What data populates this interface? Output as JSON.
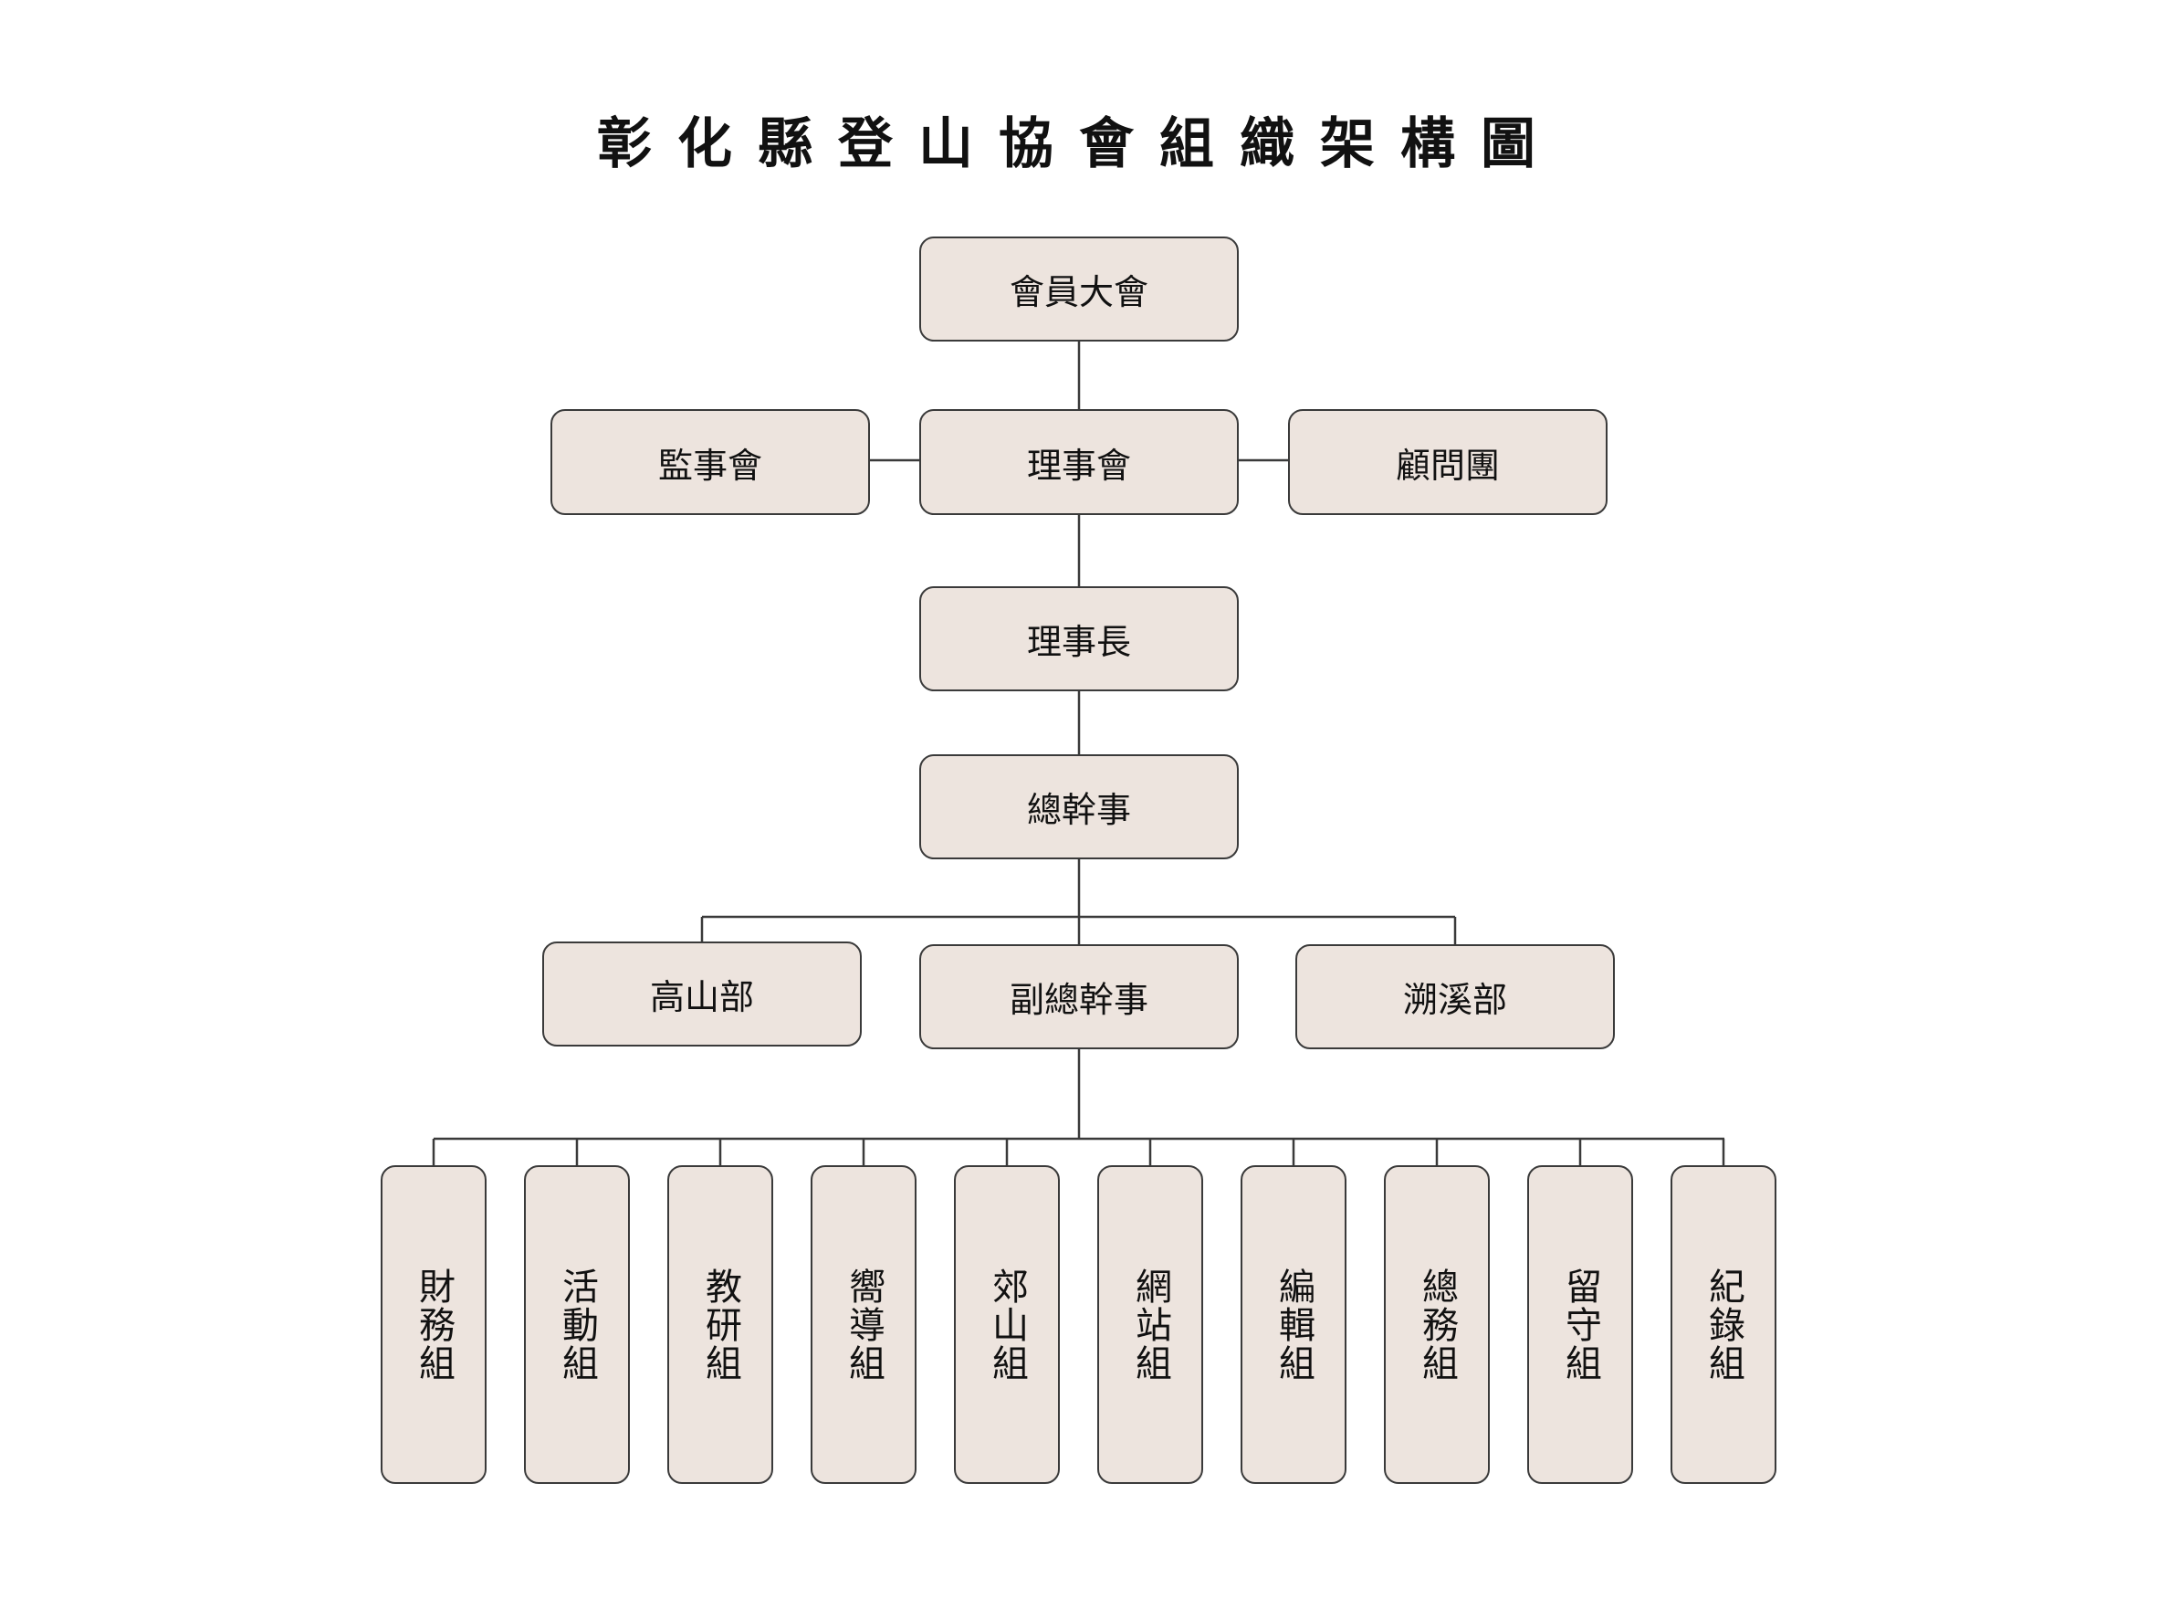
{
  "title": "彰化縣登山協會組織架構圖",
  "nodes": {
    "general_assembly": "會員大會",
    "supervisors": "監事會",
    "board": "理事會",
    "advisors": "顧問團",
    "chairman": "理事長",
    "secretary_general": "總幹事",
    "alpine_dept": "高山部",
    "deputy_secretary": "副總幹事",
    "river_dept": "溯溪部"
  },
  "groups": [
    "財務組",
    "活動組",
    "教研組",
    "嚮導組",
    "郊山組",
    "網站組",
    "編輯組",
    "總務組",
    "留守組",
    "紀錄組"
  ],
  "colors": {
    "node_fill": "#ede4de",
    "node_border": "#3a3a3a",
    "line": "#3a3a3a",
    "text": "#111111"
  }
}
